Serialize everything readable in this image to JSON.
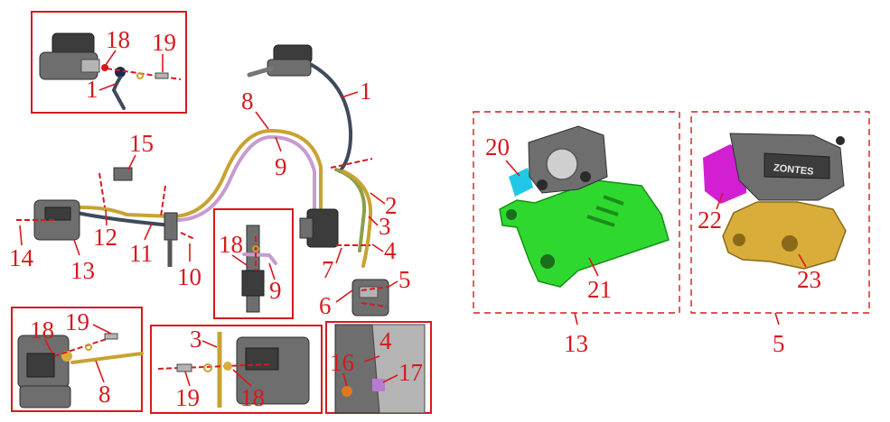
{
  "colors": {
    "callout": "#d7191c",
    "bracket_green": "#2fd82f",
    "bracket_gold": "#d8ad3a",
    "piston_magenta": "#d21fd2",
    "piston_cyan": "#1fc8e6"
  },
  "callouts": {
    "c1": "1",
    "c2": "2",
    "c3": "3",
    "c4": "4",
    "c5": "5",
    "c6": "6",
    "c7": "7",
    "c8": "8",
    "c9": "9",
    "c10": "10",
    "c11": "11",
    "c12": "12",
    "c13": "13",
    "c14": "14",
    "c15": "15",
    "c16": "16",
    "c17": "17",
    "c18": "18",
    "c19": "19",
    "c20": "20",
    "c21": "21",
    "c22": "22",
    "c23": "23"
  },
  "inset_topleft": {
    "c18": "18",
    "c19": "19",
    "c1": "1"
  },
  "inset_middle": {
    "c18": "18",
    "c9": "9"
  },
  "inset_bottomleft": {
    "c18": "18",
    "c19": "19",
    "c8": "8"
  },
  "inset_bottommid": {
    "c3": "3",
    "c19": "19",
    "c18": "18"
  },
  "inset_bottomright": {
    "c4": "4",
    "c16": "16",
    "c17": "17"
  },
  "group_13": {
    "c20": "20",
    "c21": "21",
    "group": "13"
  },
  "group_5": {
    "c22": "22",
    "c23": "23",
    "group": "5"
  },
  "caliper_brand": "ZONTES"
}
